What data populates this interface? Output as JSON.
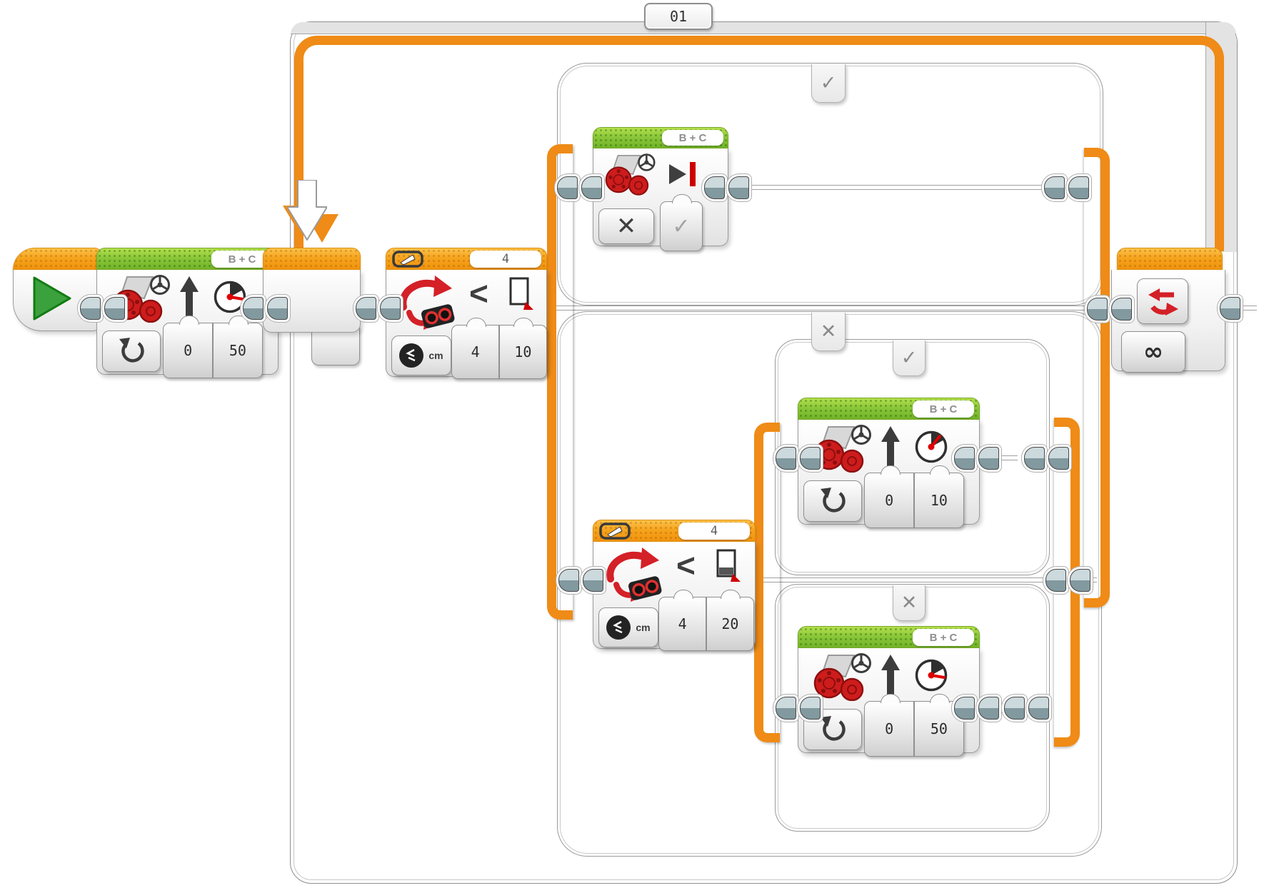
{
  "loop": {
    "label": "01",
    "mode": "∞"
  },
  "tabs": {
    "outer_true": "✓",
    "outer_false": "✕",
    "inner_true": "✓",
    "inner_false": "✕"
  },
  "blocks": {
    "move_main": {
      "ports": "B + C",
      "steering": "0",
      "power": "50"
    },
    "switch_outer": {
      "port": "4",
      "operator": "<",
      "compare_type": "4",
      "threshold": "10",
      "unit": "cm"
    },
    "move_stop": {
      "ports": "B + C",
      "off": "✕",
      "brake": "✓"
    },
    "switch_inner": {
      "port": "4",
      "operator": "<",
      "compare_type": "4",
      "threshold": "20",
      "unit": "cm"
    },
    "move_slow": {
      "ports": "B + C",
      "steering": "0",
      "power": "10"
    },
    "move_fast": {
      "ports": "B + C",
      "steering": "0",
      "power": "50"
    }
  }
}
